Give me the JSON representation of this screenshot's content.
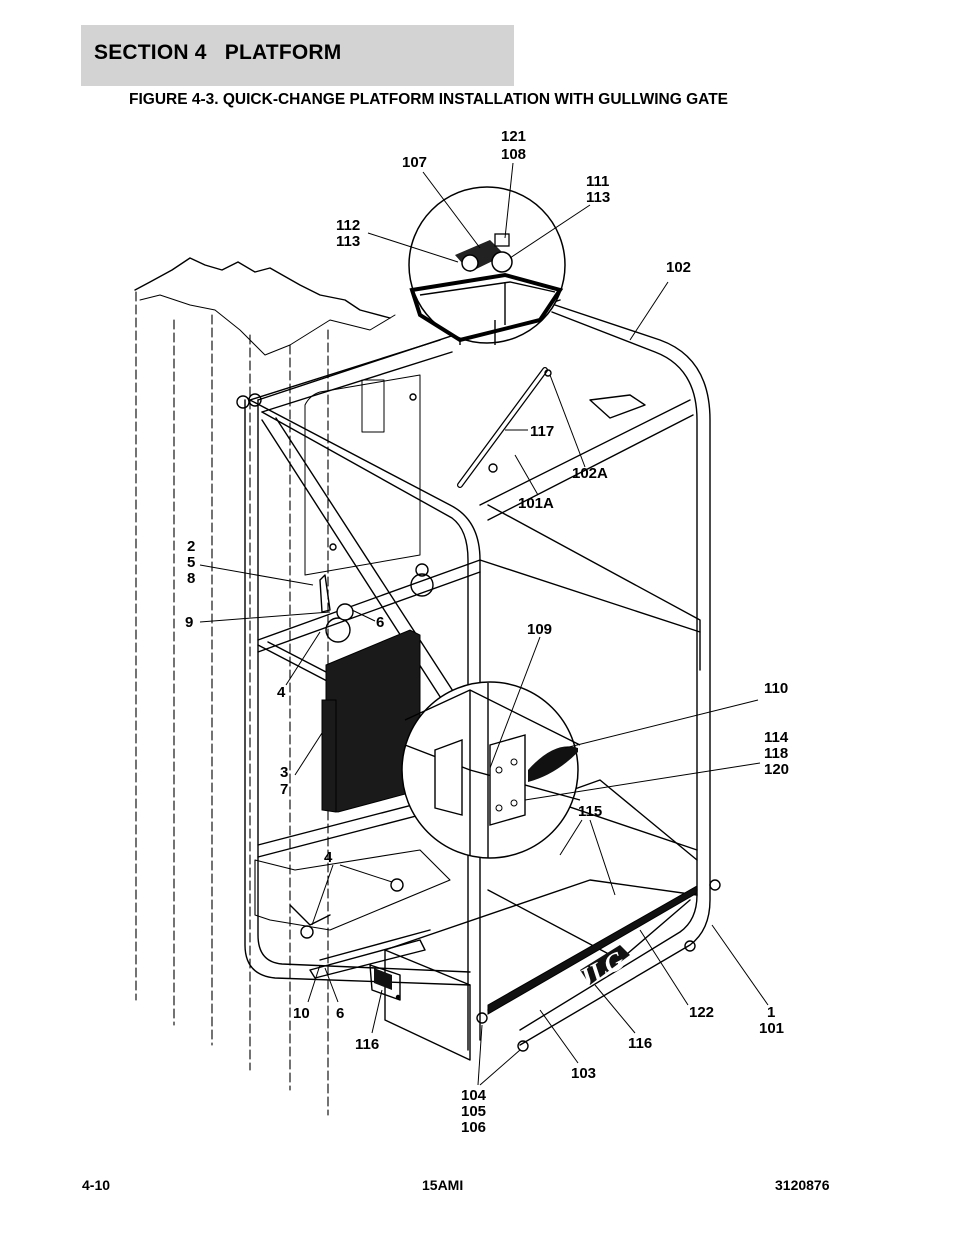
{
  "header": {
    "section": "SECTION 4   PLATFORM",
    "figure_title": "FIGURE 4-3. QUICK-CHANGE PLATFORM INSTALLATION WITH GULLWING GATE"
  },
  "callouts": [
    {
      "id": "c121",
      "text": "121"
    },
    {
      "id": "c108",
      "text": "108"
    },
    {
      "id": "c107",
      "text": "107"
    },
    {
      "id": "c111",
      "text": "111"
    },
    {
      "id": "c113a",
      "text": "113"
    },
    {
      "id": "c112",
      "text": "112"
    },
    {
      "id": "c113b",
      "text": "113"
    },
    {
      "id": "c102",
      "text": "102"
    },
    {
      "id": "c117",
      "text": "117"
    },
    {
      "id": "c102A",
      "text": "102A"
    },
    {
      "id": "c101A",
      "text": "101A"
    },
    {
      "id": "c2",
      "text": "2"
    },
    {
      "id": "c5",
      "text": "5"
    },
    {
      "id": "c8",
      "text": "8"
    },
    {
      "id": "c9",
      "text": "9"
    },
    {
      "id": "c6a",
      "text": "6"
    },
    {
      "id": "c109",
      "text": "109"
    },
    {
      "id": "c4a",
      "text": "4"
    },
    {
      "id": "c110",
      "text": "110"
    },
    {
      "id": "c114",
      "text": "114"
    },
    {
      "id": "c118",
      "text": "118"
    },
    {
      "id": "c120",
      "text": "120"
    },
    {
      "id": "c3",
      "text": "3"
    },
    {
      "id": "c7",
      "text": "7"
    },
    {
      "id": "c115",
      "text": "115"
    },
    {
      "id": "c4b",
      "text": "4"
    },
    {
      "id": "c122",
      "text": "122"
    },
    {
      "id": "c1",
      "text": "1"
    },
    {
      "id": "c101",
      "text": "101"
    },
    {
      "id": "c10",
      "text": "10"
    },
    {
      "id": "c6b",
      "text": "6"
    },
    {
      "id": "c116a",
      "text": "116"
    },
    {
      "id": "c116b",
      "text": "116"
    },
    {
      "id": "c103",
      "text": "103"
    },
    {
      "id": "c104",
      "text": "104"
    },
    {
      "id": "c105",
      "text": "105"
    },
    {
      "id": "c106",
      "text": "106"
    }
  ],
  "decal": {
    "brand": "JLG"
  },
  "footer": {
    "page": "4-10",
    "model": "15AMI",
    "doc_number": "3120876"
  }
}
